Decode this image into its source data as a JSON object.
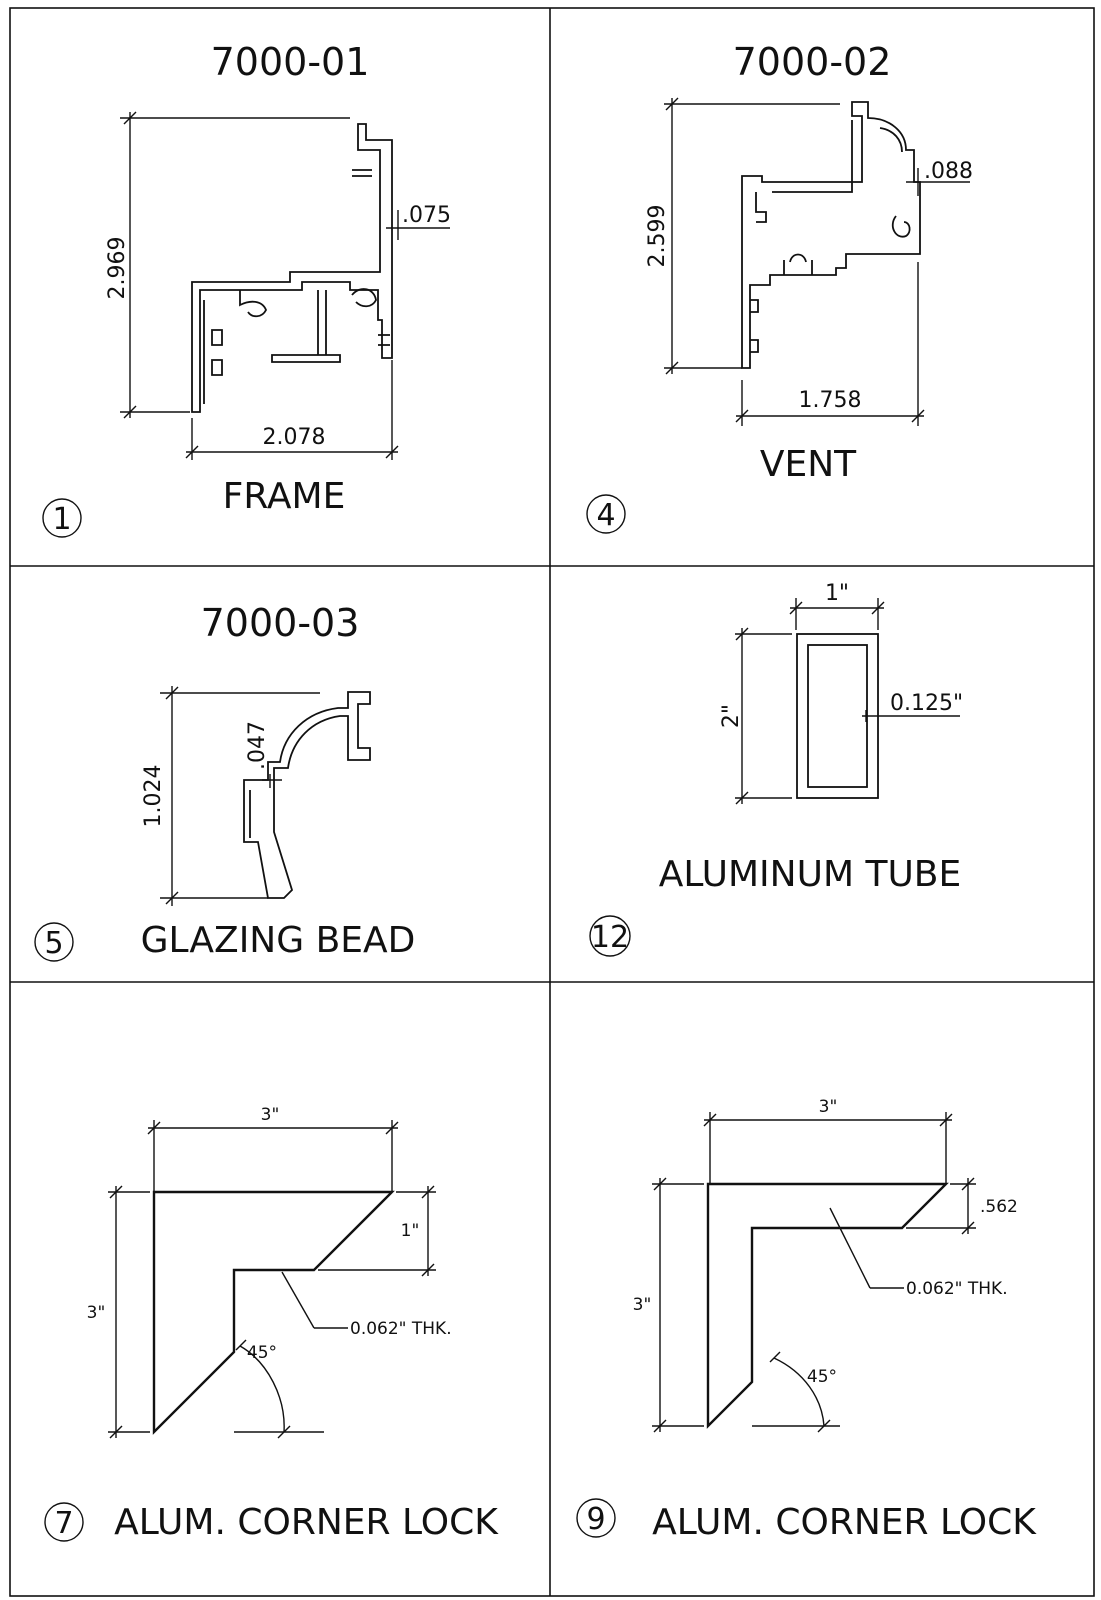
{
  "panels": [
    {
      "num": "1",
      "part": "7000-01",
      "name": "FRAME",
      "dims": {
        "height": "2.969",
        "width": "2.078",
        "wall": ".075"
      }
    },
    {
      "num": "4",
      "part": "7000-02",
      "name": "VENT",
      "dims": {
        "height": "2.599",
        "width": "1.758",
        "wall": ".088"
      }
    },
    {
      "num": "5",
      "part": "7000-03",
      "name": "GLAZING BEAD",
      "dims": {
        "height": "1.024",
        "wall": ".047"
      }
    },
    {
      "num": "12",
      "name": "ALUMINUM TUBE",
      "dims": {
        "width": "1\"",
        "height": "2\"",
        "wall": "0.125\""
      }
    },
    {
      "num": "7",
      "name": "ALUM. CORNER LOCK",
      "dims": {
        "width": "3\"",
        "height": "3\"",
        "leg": "1\"",
        "thk": "0.062\" THK.",
        "angle": "45°"
      }
    },
    {
      "num": "9",
      "name": "ALUM. CORNER LOCK",
      "dims": {
        "width": "3\"",
        "height": "3\"",
        "leg": ".562",
        "thk": "0.062\" THK.",
        "angle": "45°"
      }
    }
  ]
}
